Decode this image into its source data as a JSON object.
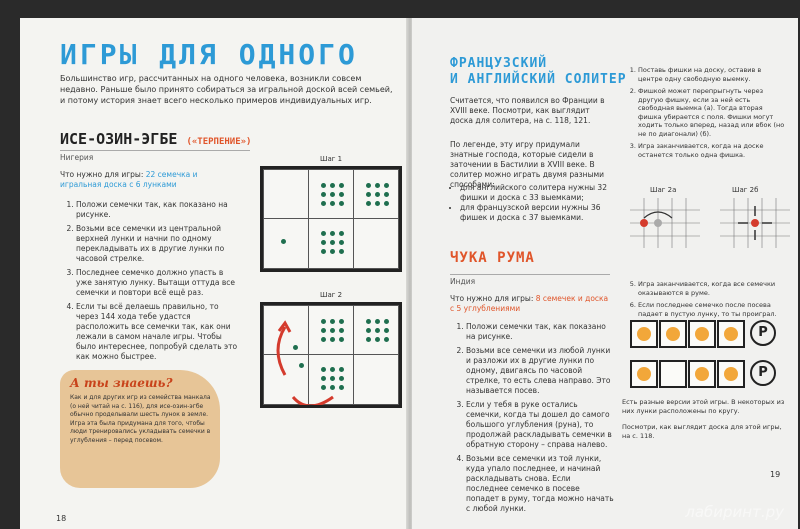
{
  "left_page": {
    "title": "ИГРЫ ДЛЯ ОДНОГО",
    "intro": "Большинство игр, рассчитанных на одного человека, возникли совсем недавно. Раньше было принято собираться за игральной доской всей семьей, и потому история знает всего несколько примеров индивидуальных игр.",
    "game_title": "ИСЕ-ОЗИН-ЭГБЕ",
    "game_subtitle_quote": "(«ТЕРПЕНИЕ»)",
    "origin": "Нигерия",
    "need_prefix": "Что нужно для игры: ",
    "need_value": "22 семечка и игральная доска с 6 лунками",
    "steps": [
      "Положи семечки так, как показано на рисунке.",
      "Возьми все семечки из центральной верхней лунки и начни по одному перекладывать их в другие лунки по часовой стрелке.",
      "Последнее семечко должно упасть в уже занятую лунку. Вытащи оттуда все семечки и повтори всё ещё раз.",
      "Если ты всё делаешь правильно, то через 144 хода тебе удастся расположить все семечки так, как они лежали в самом начале игры. Чтобы было интереснее, попробуй сделать это как можно быстрее."
    ],
    "step1_label": "Шаг 1",
    "step2_label": "Шаг 2",
    "note_title": "А ты знаешь?",
    "note_body": "Как и для других игр из семейства манкала (о ней читай на с. 116), для исе-озин-эгбе обычно проделывали шесть лунок в земле. Игра эта была придумана для того, чтобы люди тренировались укладывать семечки в углубления – перед посевом.",
    "page_number": "18"
  },
  "right_page": {
    "heading": "ФРАНЦУЗСКИЙ И АНГЛИЙСКИЙ СОЛИТЕР",
    "heading_line1": "ФРАНЦУЗСКИЙ",
    "heading_line2": "И АНГЛИЙСКИЙ СОЛИТЕР",
    "solitaire_intro": "Считается, что появился во Франции в XVIII веке. Посмотри, как выглядит доска для солитера, на с. 118, 121.",
    "legend": "По легенде, эту игру придумали знатные господа, которые сидели в заточении в Бастилии в XVIII веке. В солитер можно играть двумя разными способами:",
    "bullet_en": "для английского солитера нужны 32 фишки и доска с 33 выемками;",
    "bullet_fr": "для французской версии нужны 36 фишек и доска с 37 выемками.",
    "right_col_steps": [
      "Поставь фишки на доску, оставив в центре одну свободную выемку.",
      "Фишкой может перепрыгнуть через другую фишку, если за ней есть свободная выемка (а). Тогда вторая фишка убирается с поля. Фишки могут ходить только вперед, назад или вбок (но не по диагонали) (б).",
      "Игра заканчивается, когда на доске останется только одна фишка."
    ],
    "fig_a": "Шаг 2а",
    "fig_b": "Шаг 2б",
    "chuka_title": "ЧУКА РУМА",
    "chuka_origin": "Индия",
    "chuka_need_prefix": "Что нужно для игры: ",
    "chuka_need_value": "8 семечек и доска с 5 углублениями",
    "chuka_steps": [
      "Положи семечки так, как показано на рисунке.",
      "Возьми все семечки из любой лунки и разложи их в другие лунки по одному, двигаясь по часовой стрелке, то есть слева направо. Это называется посев.",
      "Если у тебя в руке остались семечки, когда ты дошел до самого большого углубления (руна), то продолжай раскладывать семечки в обратную сторону – справа налево.",
      "Возьми все семечки из той лунки, куда упало последнее, и начинай раскладывать снова. Если последнее семечко в посеве попадет в руму, тогда можно начать с любой лунки."
    ],
    "chuka_right_steps": [
      "Игра заканчивается, когда все семечки оказываются в руме.",
      "Если последнее семечко после посева падает в пустую лунку, то ты проиграл."
    ],
    "chuka_note": "Есть разные версии этой игры. В некоторых из них лунки расположены по кругу.",
    "chuka_see": "Посмотри, как выглядит доска для этой игры, на с. 118.",
    "rum_letter": "P",
    "page_number": "19"
  },
  "watermark": "лабиринт.ру"
}
